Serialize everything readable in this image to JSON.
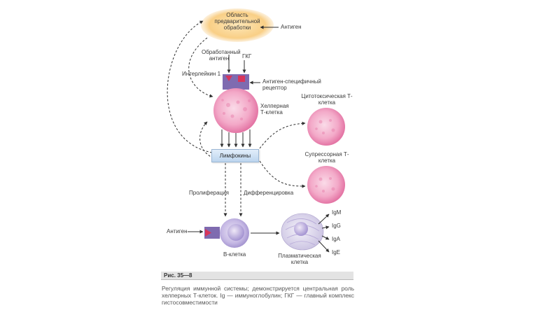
{
  "diagram": {
    "processing_area": "Область предварительной обработки",
    "antigen_top": "Антиген",
    "processed_antigen": "Обработанный антиген",
    "mhc": "ГКГ",
    "interleukin": "Интерлейкин 1",
    "antigen_receptor": "Антиген-специфичный рецептор",
    "helper_cell": "Хелперная Т-клетка",
    "cytotoxic_cell": "Цитотоксическая Т-клетка",
    "suppressor_cell": "Супрессорная Т-клетка",
    "lymphokines": "Лимфокины",
    "proliferation": "Пролиферация",
    "differentiation": "Дифференцировка",
    "antigen_left": "Антиген",
    "b_cell": "В-клетка",
    "plasma_cell": "Плазматическая клетка",
    "ig": [
      "IgM",
      "IgG",
      "IgA",
      "IgE"
    ]
  },
  "figure": {
    "label": "Рис. 35—8",
    "caption": "Регуляция иммунной системы; демонстрируется центральная роль хелперных Т-клеток. Ig — иммуноглобулин; ГКГ — главный комплекс гистосовместимости"
  }
}
